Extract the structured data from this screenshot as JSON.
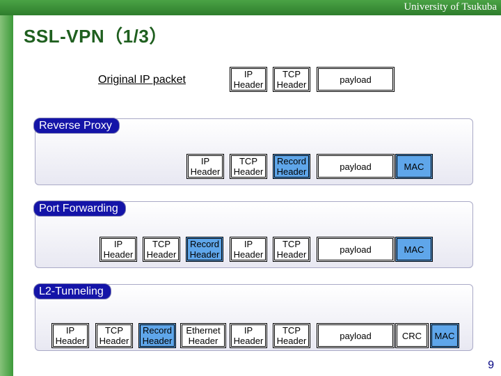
{
  "header": {
    "university": "University of Tsukuba"
  },
  "slide": {
    "title": "SSL-VPN（1/3）",
    "page_number": "9"
  },
  "original": {
    "label": "Original  IP packet",
    "boxes": [
      {
        "text": "IP\nHeader"
      },
      {
        "text": "TCP\nHeader"
      },
      {
        "text": "payload"
      }
    ]
  },
  "reverse_proxy": {
    "tag": "Reverse Proxy",
    "boxes": [
      {
        "text": "IP\nHeader"
      },
      {
        "text": "TCP\nHeader"
      },
      {
        "text": "Record\nHeader",
        "color": "#5fa6ea"
      },
      {
        "text": "payload"
      },
      {
        "text": "MAC",
        "color": "#5fa6ea"
      }
    ]
  },
  "port_forwarding": {
    "tag": "Port Forwarding",
    "boxes": [
      {
        "text": "IP\nHeader"
      },
      {
        "text": "TCP\nHeader"
      },
      {
        "text": "Record\nHeader",
        "color": "#5fa6ea"
      },
      {
        "text": "IP\nHeader"
      },
      {
        "text": "TCP\nHeader"
      },
      {
        "text": "payload"
      },
      {
        "text": "MAC",
        "color": "#5fa6ea"
      }
    ]
  },
  "l2_tunneling": {
    "tag": "L2-Tunneling",
    "boxes": [
      {
        "text": "IP\nHeader"
      },
      {
        "text": "TCP\nHeader"
      },
      {
        "text": "Record\nHeader",
        "color": "#5fa6ea"
      },
      {
        "text": "Ethernet\nHeader"
      },
      {
        "text": "IP\nHeader"
      },
      {
        "text": "TCP\nHeader"
      },
      {
        "text": "payload"
      },
      {
        "text": "CRC"
      },
      {
        "text": "MAC",
        "color": "#5fa6ea"
      }
    ]
  }
}
